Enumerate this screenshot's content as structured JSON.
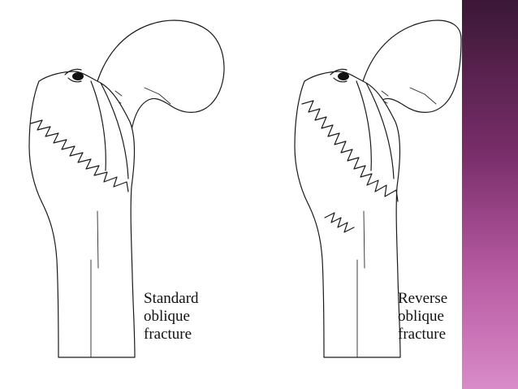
{
  "panels": [
    {
      "label_lines": [
        "Standard",
        "oblique",
        "fracture"
      ]
    },
    {
      "label_lines": [
        "Reverse",
        "oblique",
        "fracture"
      ]
    }
  ],
  "colors": {
    "accent_bar": "#7a2e6a",
    "ink": "#1a1a1a",
    "background": "#ffffff"
  }
}
